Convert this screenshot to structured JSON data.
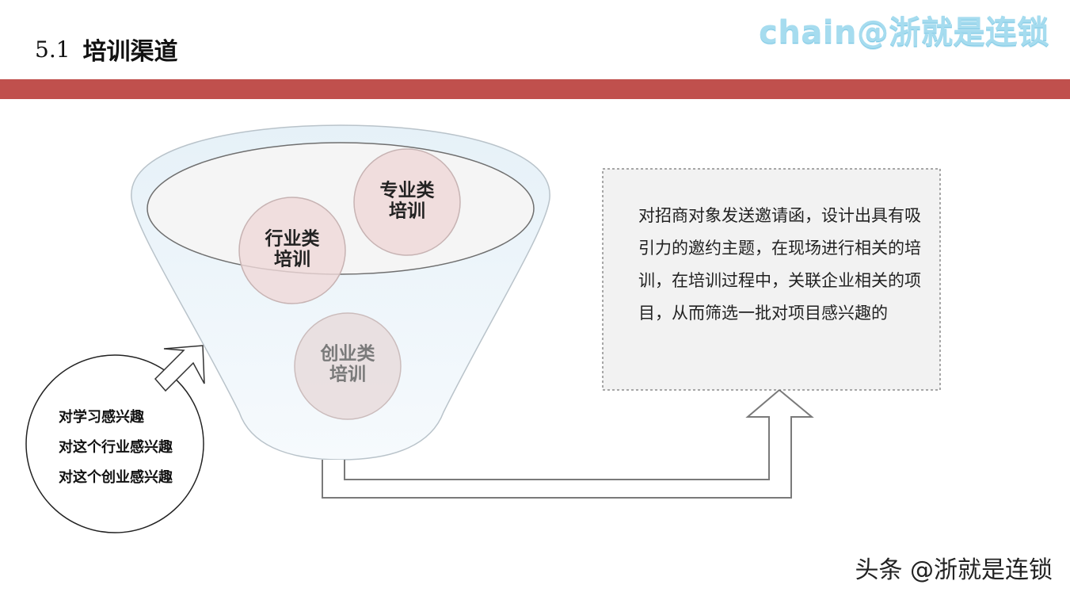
{
  "header": {
    "section_number": "5.1",
    "title": "培训渠道",
    "brand_watermark": "chain@浙就是连锁"
  },
  "funnel": {
    "circles": [
      {
        "id": "professional",
        "label_line1": "专业类",
        "label_line2": "培训"
      },
      {
        "id": "industry",
        "label_line1": "行业类",
        "label_line2": "培训"
      },
      {
        "id": "entrepreneurship",
        "label_line1": "创业类",
        "label_line2": "培训"
      }
    ]
  },
  "interests": {
    "items": [
      "对学习感兴趣",
      "对这个行业感兴趣",
      "对这个创业感兴趣"
    ]
  },
  "description": {
    "text": "对招商对象发送邀请函，设计出具有吸引力的邀约主题，在现场进行相关的培训，在培训过程中，关联企业相关的项目，从而筛选一批对项目感兴趣的"
  },
  "footer": {
    "watermark": "头条 @浙就是连锁"
  },
  "colors": {
    "accent_bar": "#c0504d",
    "funnel_fill": "#eef5fa",
    "circle_fill": "#efd9d9",
    "brand": "#a6dcef"
  }
}
